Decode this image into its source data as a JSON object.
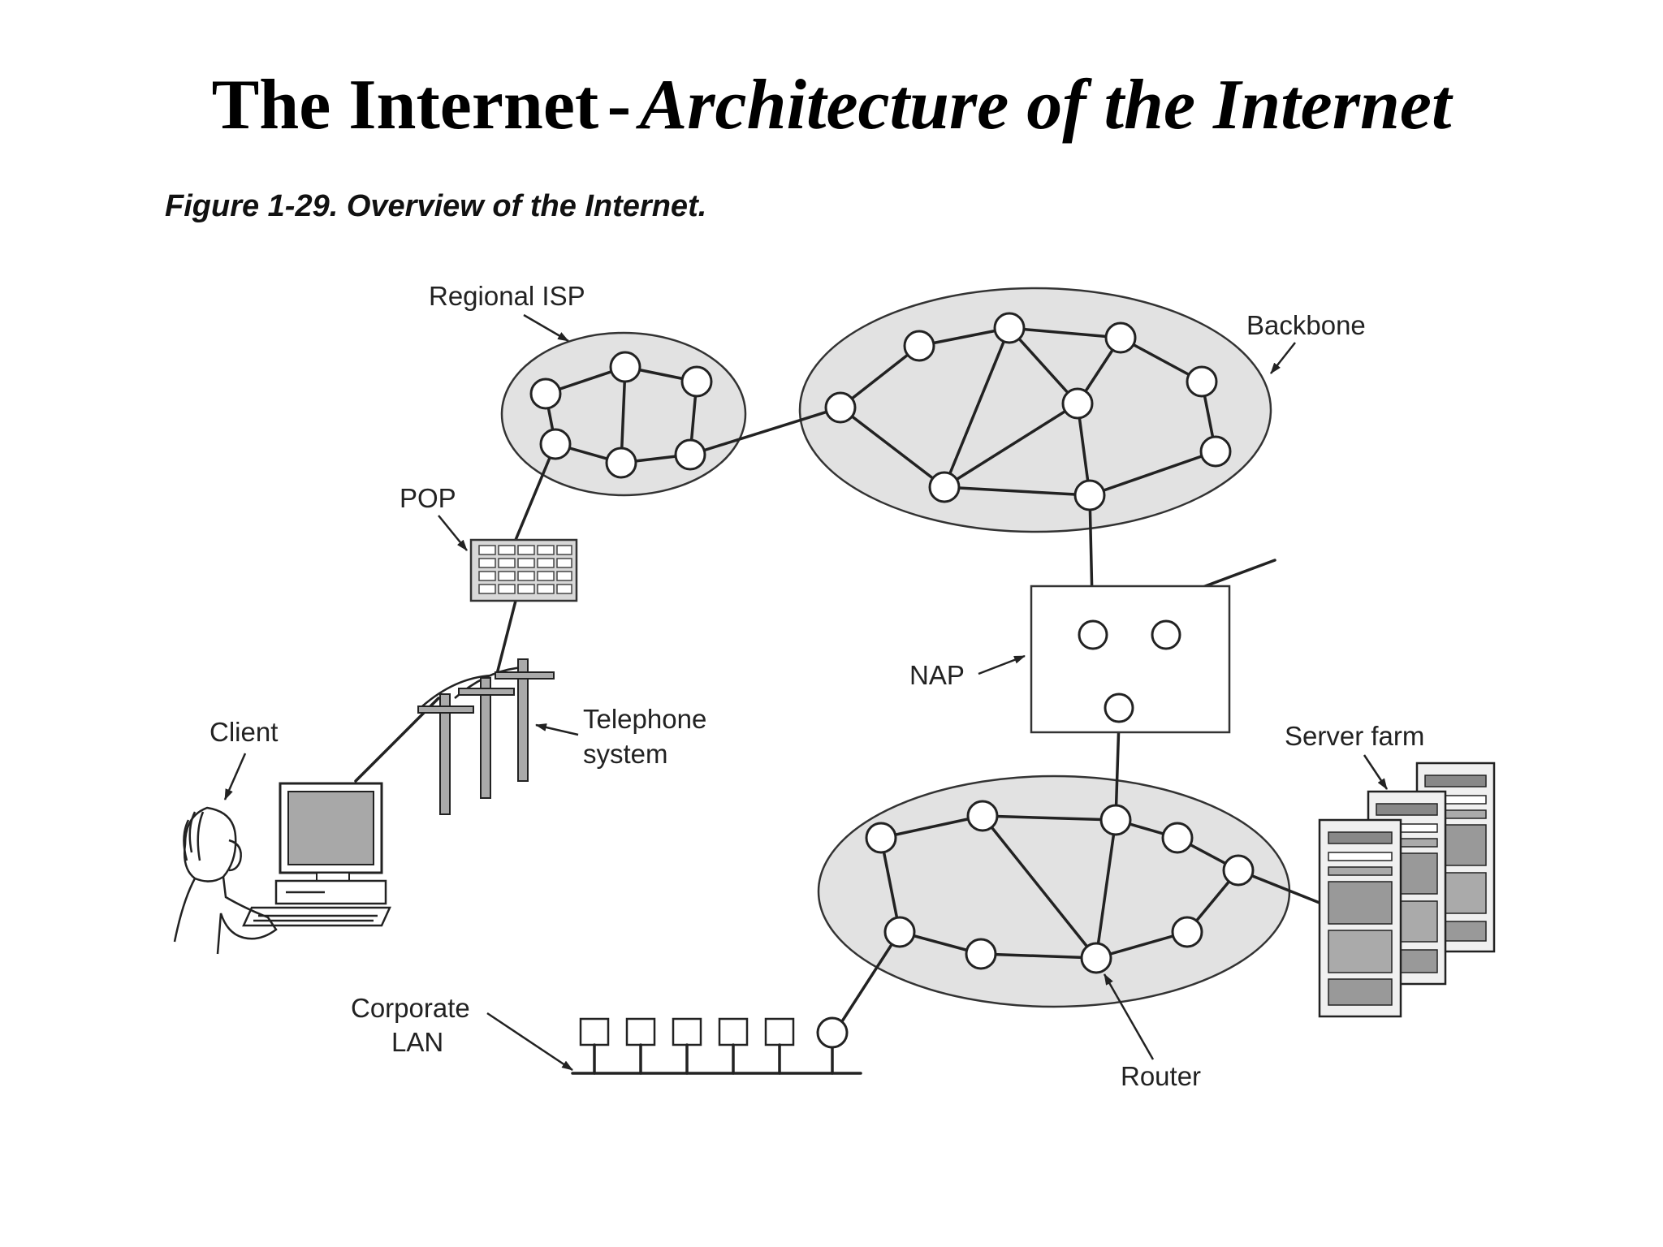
{
  "title": {
    "main": "The Internet",
    "separator": "-",
    "sub": "Architecture of the Internet"
  },
  "figure": {
    "caption": "Figure 1-29. Overview of the Internet.",
    "labels": {
      "regional_isp": "Regional ISP",
      "backbone": "Backbone",
      "pop": "POP",
      "nap": "NAP",
      "telephone_line1": "Telephone",
      "telephone_line2": "system",
      "client": "Client",
      "server_farm": "Server farm",
      "corporate_line1": "Corporate",
      "corporate_line2": "LAN",
      "router": "Router"
    }
  }
}
